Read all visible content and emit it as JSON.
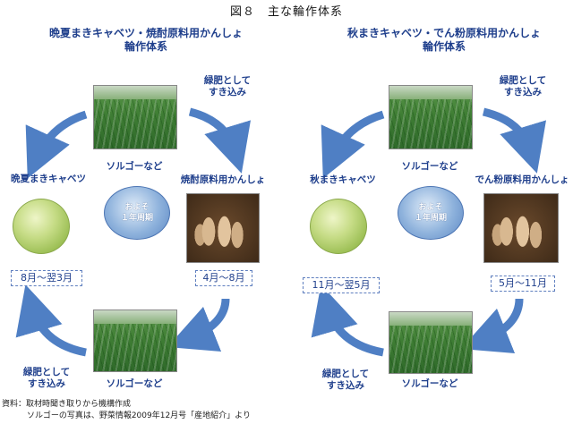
{
  "figure": {
    "title": "図８　主な輪作体系"
  },
  "left_system": {
    "title_line1": "晩夏まきキャベツ・焼酎原料用かんしょ",
    "title_line2": "輪作体系",
    "top_crop": "ソルゴーなど",
    "bottom_crop": "ソルゴーなど",
    "left_crop": "晩夏まきキャベツ",
    "right_crop": "焼酎原料用かんしょ",
    "green_manure_top_line1": "緑肥として",
    "green_manure_top_line2": "すき込み",
    "green_manure_bottom_line1": "緑肥として",
    "green_manure_bottom_line2": "すき込み",
    "cycle_line1": "およそ",
    "cycle_line2": "１年周期",
    "left_period": "8月～翌3月",
    "right_period": "4月～8月"
  },
  "right_system": {
    "title_line1": "秋まきキャベツ・でん粉原料用かんしょ",
    "title_line2": "輪作体系",
    "top_crop": "ソルゴーなど",
    "bottom_crop": "ソルゴーなど",
    "left_crop": "秋まきキャベツ",
    "right_crop": "でん粉原料用かんしょ",
    "green_manure_top_line1": "緑肥として",
    "green_manure_top_line2": "すき込み",
    "green_manure_bottom_line1": "緑肥として",
    "green_manure_bottom_line2": "すき込み",
    "cycle_line1": "およそ",
    "cycle_line2": "１年周期",
    "left_period": "11月～翌5月",
    "right_period": "5月～11月"
  },
  "footnote": {
    "line1": "資料：取材時聞き取りから機構作成",
    "line2": "ソルゴーの写真は、野菜情報2009年12月号「産地紹介」より"
  },
  "colors": {
    "arrow": "#4f7fc4",
    "label": "#1f3f8c"
  }
}
